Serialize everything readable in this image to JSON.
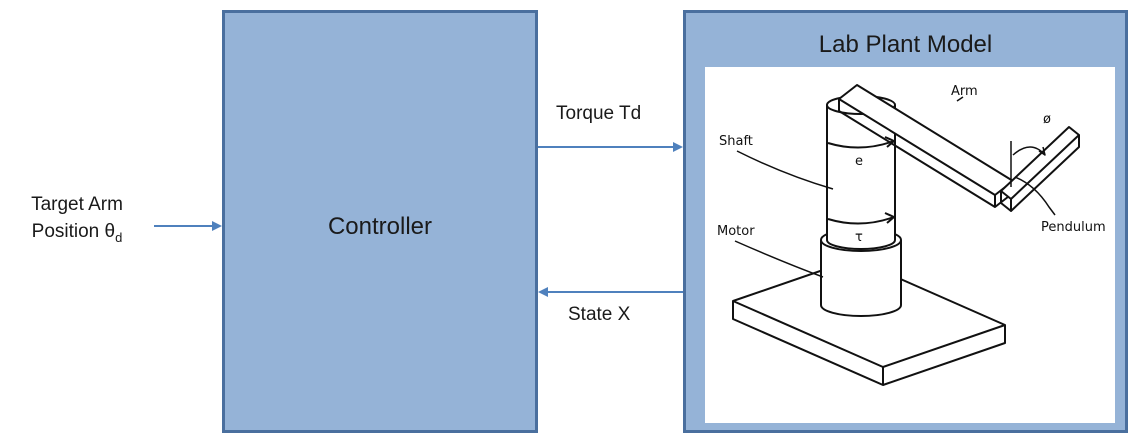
{
  "blocks": {
    "controller": "Controller",
    "plant": "Lab Plant Model"
  },
  "signals": {
    "target_line1": "Target Arm",
    "target_line2_prefix": "Position ",
    "target_symbol": "θ",
    "target_subscript": "d",
    "torque": "Torque Td",
    "state": "State X"
  },
  "figure_labels": {
    "arm": "Arm",
    "shaft": "Shaft",
    "motor": "Motor",
    "pendulum": "Pendulum",
    "phi": "ø",
    "theta": "e",
    "tau": "τ"
  },
  "colors": {
    "block_fill": "#95b3d7",
    "block_border": "#4a6f9e",
    "arrow": "#4f81bd"
  }
}
